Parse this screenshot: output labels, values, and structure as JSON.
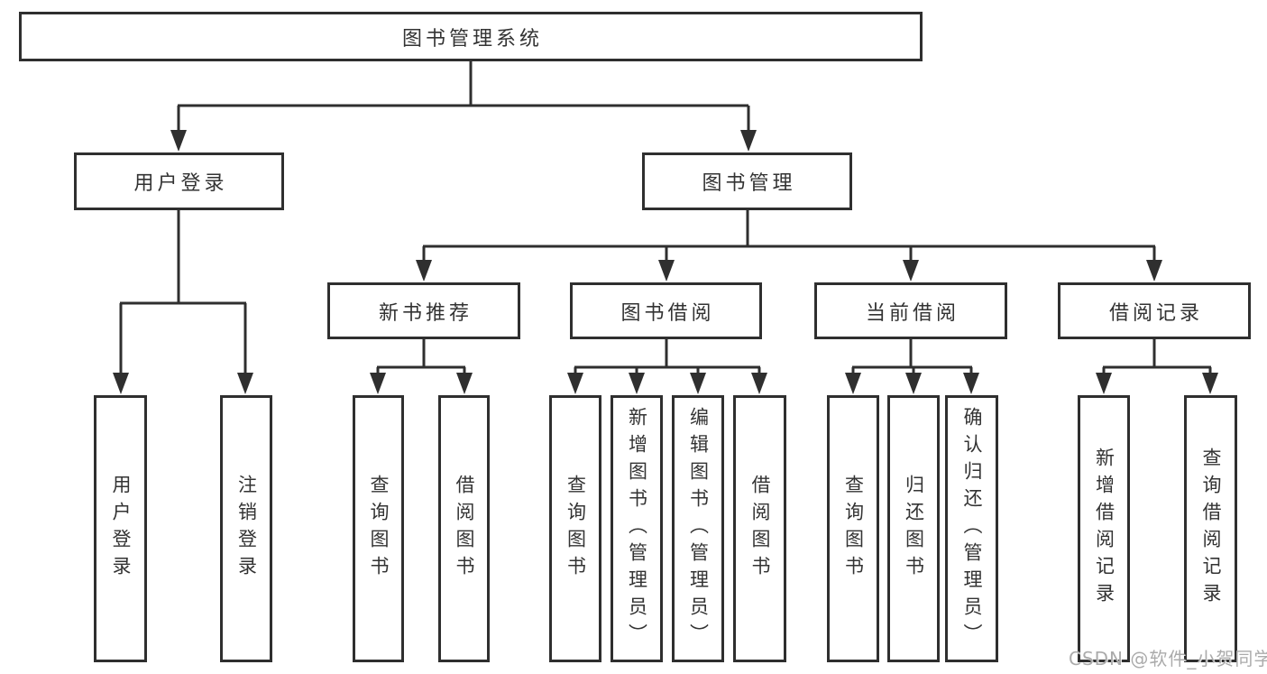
{
  "title": "图书管理系统",
  "nodes": {
    "root": "图书管理系统",
    "user_login": "用户登录",
    "book_mgmt": "图书管理",
    "new_books": "新书推荐",
    "book_borrow": "图书借阅",
    "current_borrow": "当前借阅",
    "borrow_records": "借阅记录",
    "leaf_user_login": "用户登录",
    "leaf_logout": "注销登录",
    "leaf_rec_query": "查询图书",
    "leaf_rec_borrow": "借阅图书",
    "leaf_bb_query": "查询图书",
    "leaf_bb_add": "新增图书（管理员）",
    "leaf_bb_edit": "编辑图书（管理员）",
    "leaf_bb_borrow": "借阅图书",
    "leaf_cb_query": "查询图书",
    "leaf_cb_return": "归还图书",
    "leaf_cb_confirm": "确认归还（管理员）",
    "leaf_br_add": "新增借阅记录",
    "leaf_br_query": "查询借阅记录"
  },
  "watermark": "CSDN @软件_小贺同学",
  "colors": {
    "line": "#2f2f2f",
    "text": "#333333",
    "background": "#ffffff",
    "watermark": "#ababab"
  }
}
